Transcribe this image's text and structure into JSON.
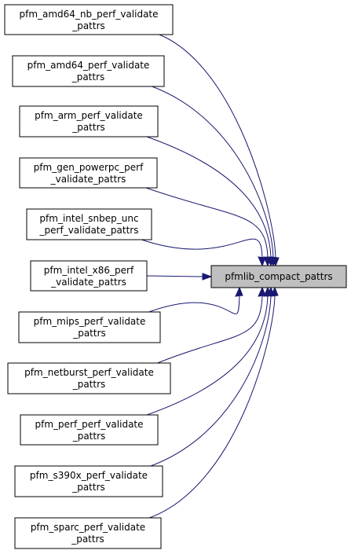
{
  "graph": {
    "target": {
      "label": "pfmlib_compact_pattrs"
    },
    "callers": [
      {
        "line1": "pfm_amd64_nb_perf_validate",
        "line2": "_pattrs"
      },
      {
        "line1": "pfm_amd64_perf_validate",
        "line2": "_pattrs"
      },
      {
        "line1": "pfm_arm_perf_validate",
        "line2": "_pattrs"
      },
      {
        "line1": "pfm_gen_powerpc_perf",
        "line2": "_validate_pattrs"
      },
      {
        "line1": "pfm_intel_snbep_unc",
        "line2": "_perf_validate_pattrs"
      },
      {
        "line1": "pfm_intel_x86_perf",
        "line2": "_validate_pattrs"
      },
      {
        "line1": "pfm_mips_perf_validate",
        "line2": "_pattrs"
      },
      {
        "line1": "pfm_netburst_perf_validate",
        "line2": "_pattrs"
      },
      {
        "line1": "pfm_perf_perf_validate",
        "line2": "_pattrs"
      },
      {
        "line1": "pfm_s390x_perf_validate",
        "line2": "_pattrs"
      },
      {
        "line1": "pfm_sparc_perf_validate",
        "line2": "_pattrs"
      }
    ],
    "colors": {
      "edge": "#191970",
      "target_fill": "#bfbfbf",
      "node_fill": "#ffffff"
    }
  }
}
